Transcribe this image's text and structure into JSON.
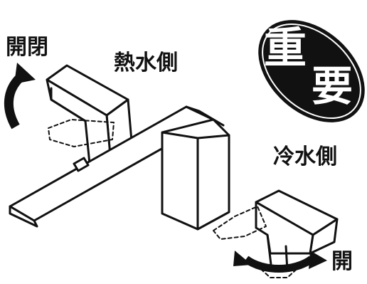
{
  "labels": {
    "open_close": "開閉",
    "hot_side": "熱水側",
    "cold_side": "冷水側",
    "open": "開"
  },
  "badge": {
    "char1": "重",
    "char2": "要"
  },
  "colors": {
    "ink": "#111111",
    "badge_fill": "#111111",
    "badge_text": "#ffffff",
    "background": "#ffffff"
  },
  "icons": {
    "rotate_arrow": "rotate-arrow-icon",
    "swing_arrow": "swing-arrow-icon"
  }
}
